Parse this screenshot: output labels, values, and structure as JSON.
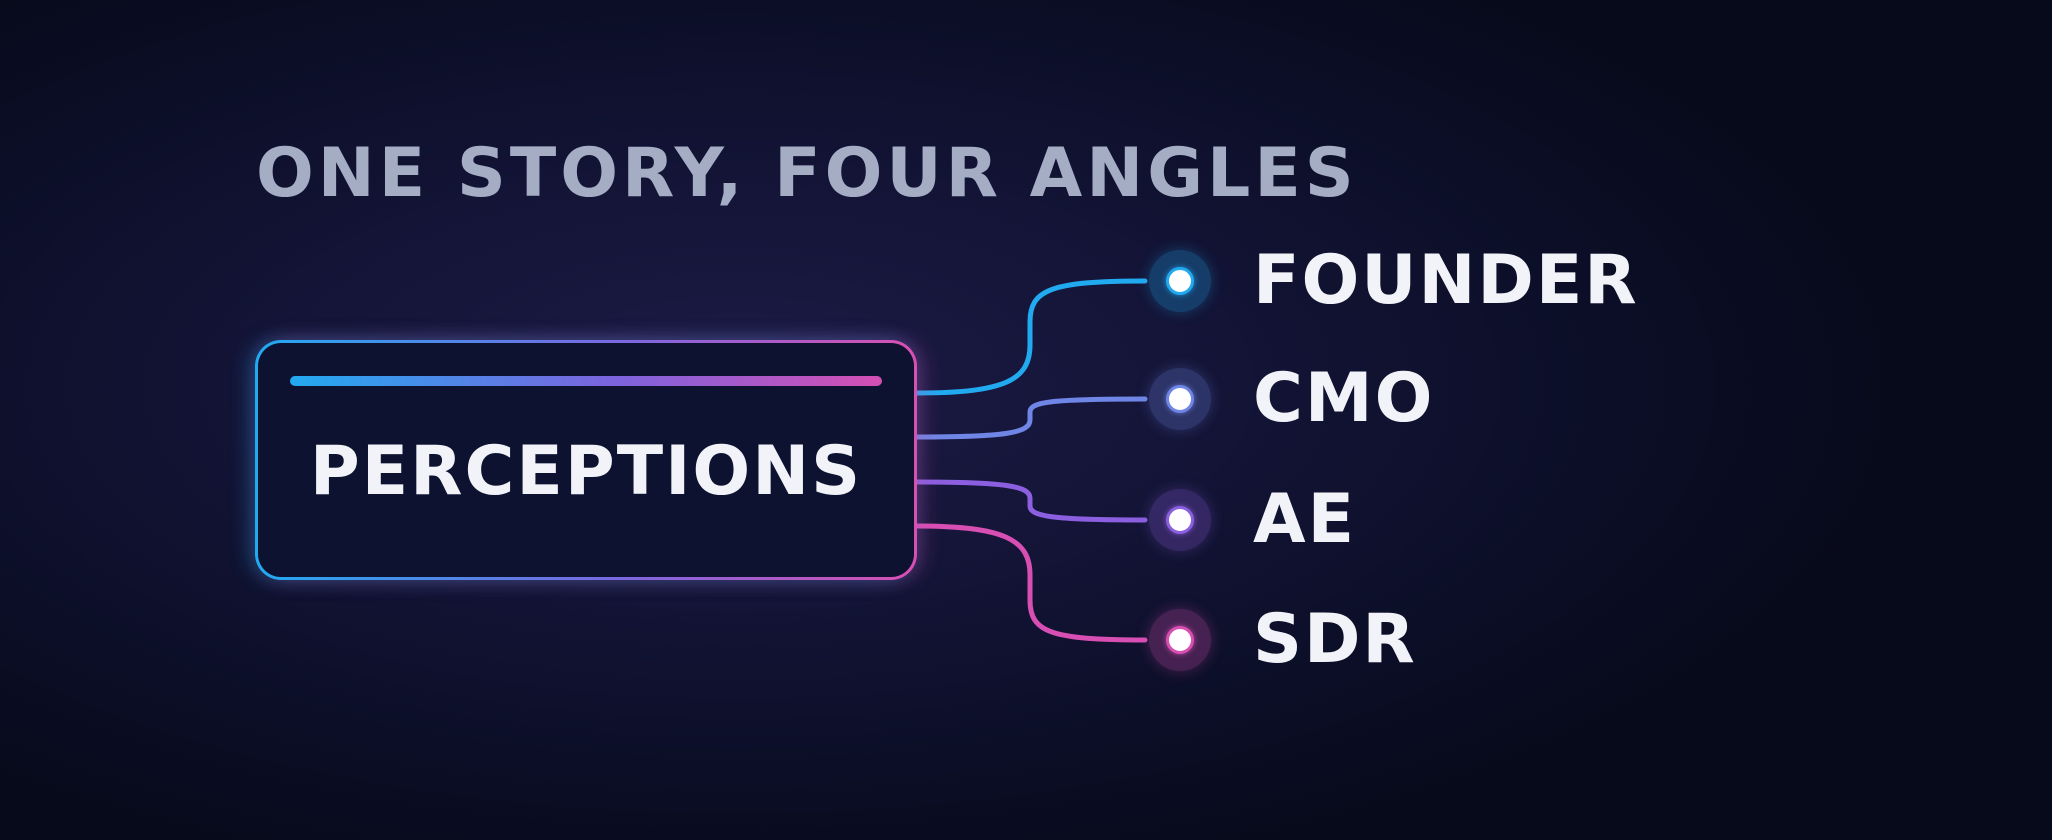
{
  "title": "ONE STORY, FOUR ANGLES",
  "hub": {
    "label": "PERCEPTIONS"
  },
  "roles": [
    {
      "label": "FOUNDER",
      "color": "#22aaf0"
    },
    {
      "label": "CMO",
      "color": "#6f86e6"
    },
    {
      "label": "AE",
      "color": "#8b5fdf"
    },
    {
      "label": "SDR",
      "color": "#d84fb4"
    }
  ]
}
